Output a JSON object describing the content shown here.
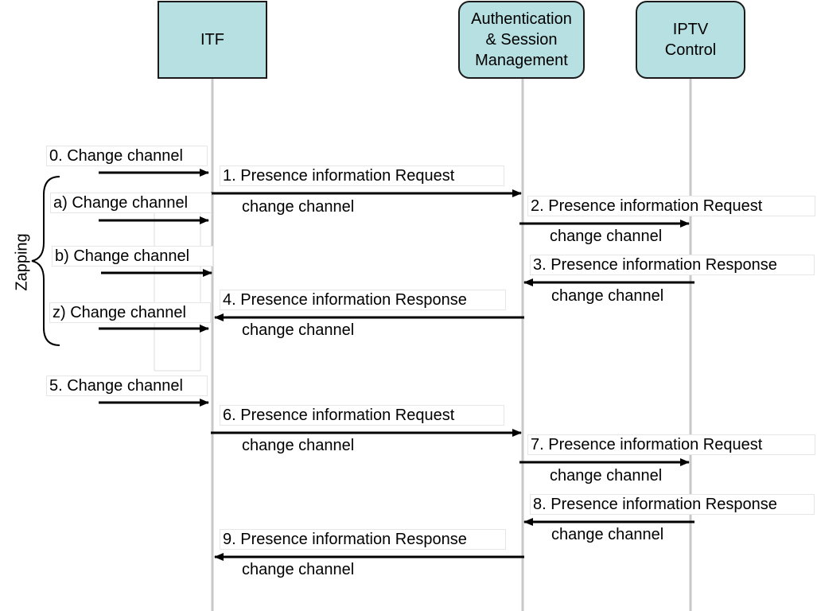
{
  "entities": [
    {
      "key": "itf",
      "label": "ITF",
      "shape": "square"
    },
    {
      "key": "asm",
      "label": "Authentication\n& Session\nManagement",
      "shape": "rounded"
    },
    {
      "key": "iptv",
      "label": "IPTV\nControl",
      "shape": "rounded"
    }
  ],
  "zapping_label": "Zapping",
  "messages": [
    {
      "id": "m0",
      "label": "0. Change channel"
    },
    {
      "id": "m1",
      "label": "1. Presence information Request",
      "sublabel": "change channel"
    },
    {
      "id": "ma",
      "label": "a) Change channel"
    },
    {
      "id": "m2",
      "label": "2. Presence information Request",
      "sublabel": "change channel"
    },
    {
      "id": "mb",
      "label": "b) Change channel"
    },
    {
      "id": "m3",
      "label": "3. Presence information Response",
      "sublabel": "change channel"
    },
    {
      "id": "m4",
      "label": "4. Presence information Response",
      "sublabel": "change channel"
    },
    {
      "id": "mz",
      "label": "z) Change channel"
    },
    {
      "id": "m5",
      "label": "5. Change channel"
    },
    {
      "id": "m6",
      "label": "6. Presence information Request",
      "sublabel": "change channel"
    },
    {
      "id": "m7",
      "label": "7. Presence information Request",
      "sublabel": "change channel"
    },
    {
      "id": "m8",
      "label": "8. Presence information Response",
      "sublabel": "change channel"
    },
    {
      "id": "m9",
      "label": "9. Presence information Response",
      "sublabel": "change channel"
    }
  ],
  "colors": {
    "entity_fill": "#b6e0e2",
    "lifeline": "#c8c8c8",
    "arrow": "#000000"
  }
}
